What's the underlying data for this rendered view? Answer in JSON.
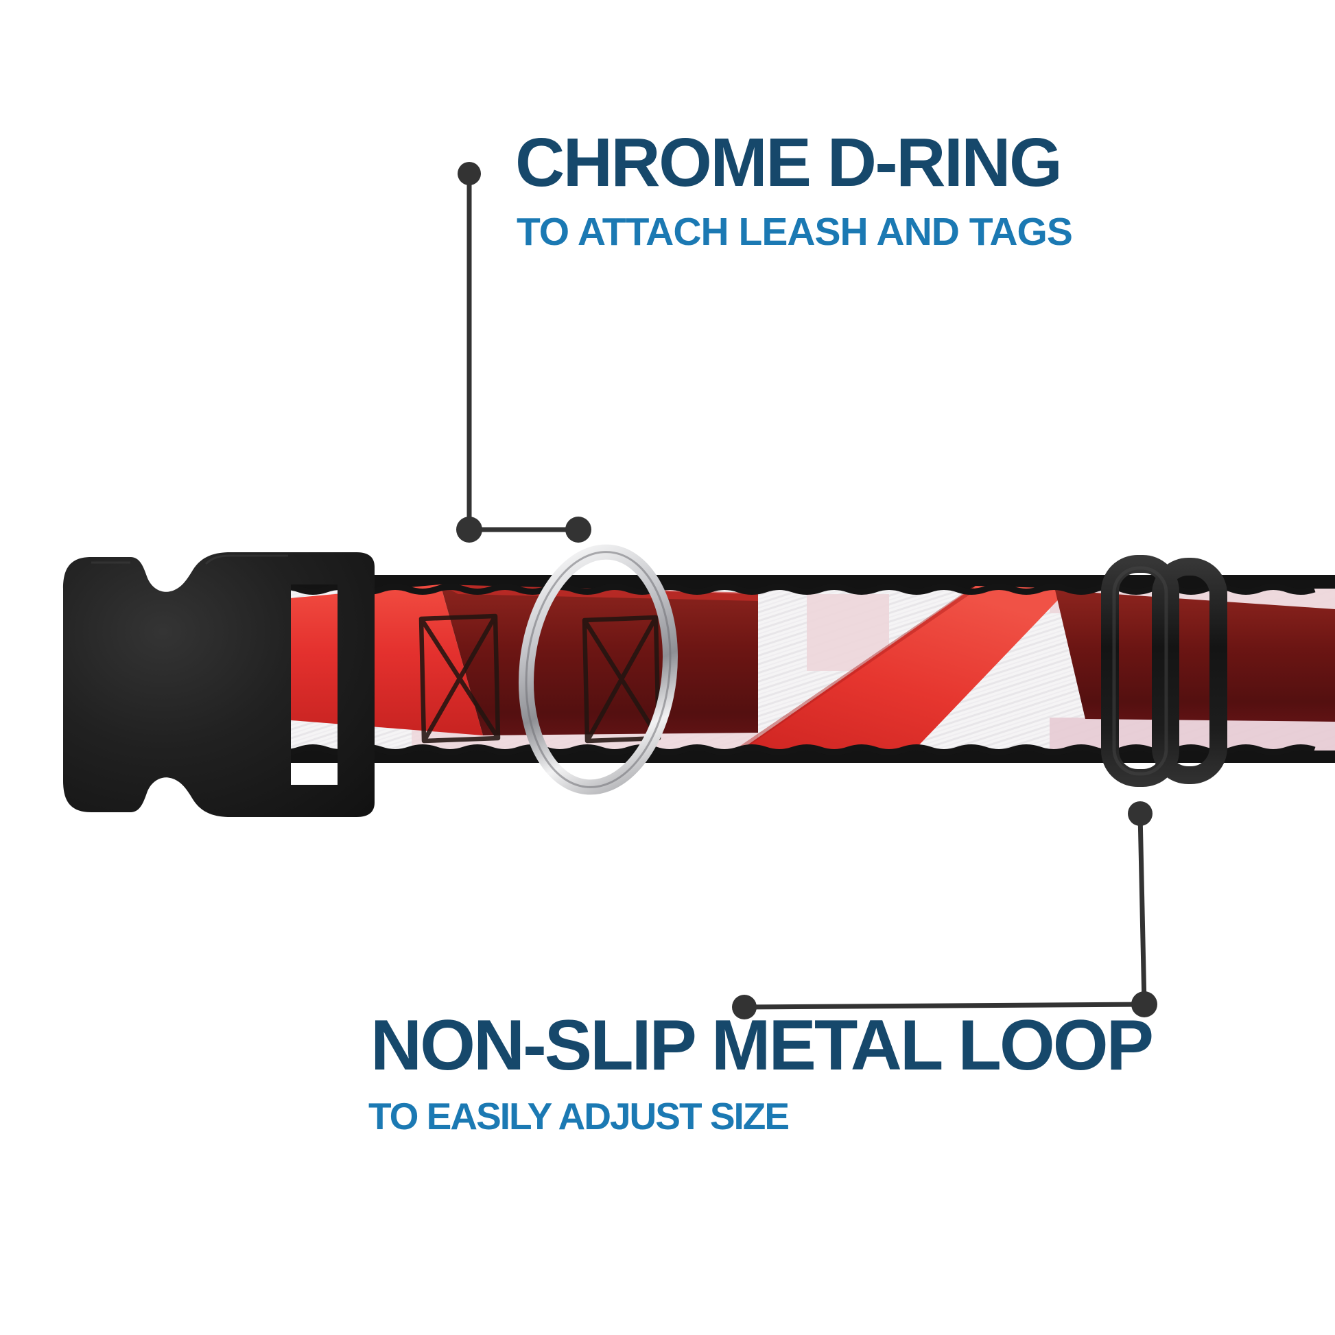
{
  "canvas": {
    "background": "#ffffff"
  },
  "annotations": {
    "d_ring": {
      "title": "CHROME D-RING",
      "subtitle": "TO ATTACH LEASH AND TAGS"
    },
    "metal_loop": {
      "title": "NON-SLIP METAL LOOP",
      "subtitle": "TO EASILY ADJUST SIZE"
    }
  },
  "product": {
    "parts": [
      "side-release buckle (black plastic)",
      "printed webbing strap (red / white flag pattern)",
      "chrome d-ring",
      "non-slip black metal slider loop",
      "box-x stitching"
    ]
  },
  "colors": {
    "navy": "#16486B",
    "blue": "#1B79B3",
    "callout": "#333333",
    "red": "#E3342E",
    "maroon": "#6B1513",
    "black": "#1A1A1A",
    "chrome": "#C8C9CD",
    "webbing": "#F5F4F5",
    "pink": "#EDD6DA"
  }
}
